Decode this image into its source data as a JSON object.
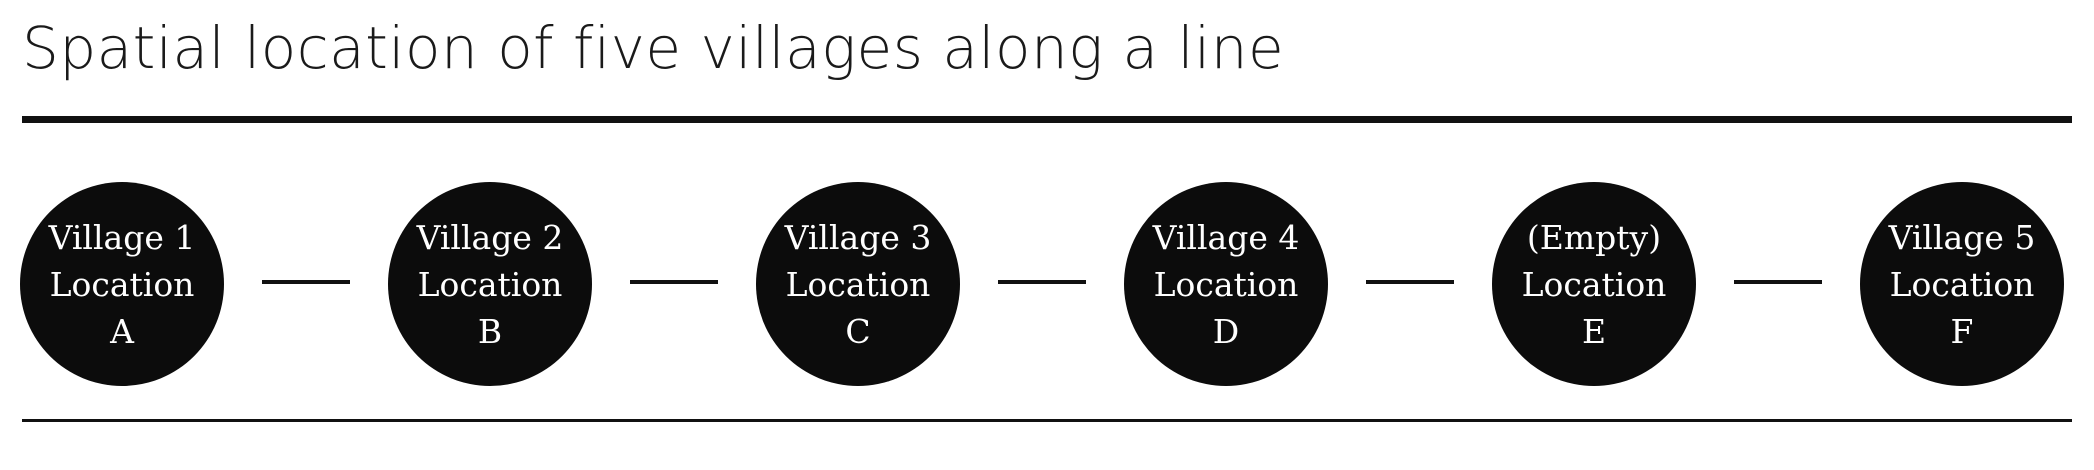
{
  "title": "Spatial location of five villages along a line",
  "nodes": [
    {
      "village": "Village 1",
      "location_word": "Location",
      "location": "A"
    },
    {
      "village": "Village 2",
      "location_word": "Location",
      "location": "B"
    },
    {
      "village": "Village 3",
      "location_word": "Location",
      "location": "C"
    },
    {
      "village": "Village 4",
      "location_word": "Location",
      "location": "D"
    },
    {
      "village": "(Empty)",
      "location_word": "Location",
      "location": "E"
    },
    {
      "village": "Village 5",
      "location_word": "Location",
      "location": "F"
    }
  ],
  "colors": {
    "node_fill": "#0c0c0c",
    "node_text": "#ffffff",
    "line": "#111111"
  }
}
